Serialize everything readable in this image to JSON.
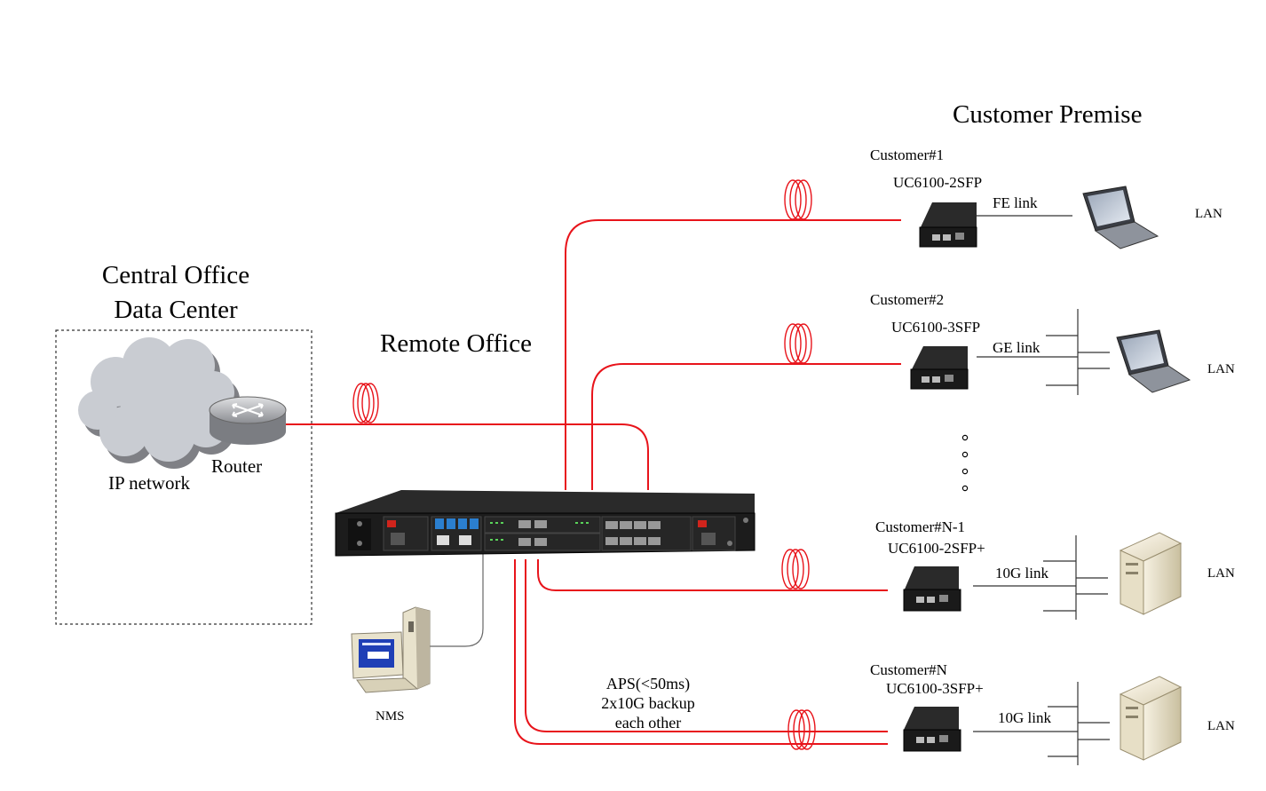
{
  "headings": {
    "customer_premise": "Customer Premise",
    "central_office_line1": "Central Office",
    "central_office_line2": "Data Center",
    "remote_office": "Remote Office"
  },
  "central_office": {
    "cloud_label": "IP network",
    "router_label": "Router"
  },
  "nms": {
    "label": "NMS"
  },
  "aps": {
    "line1": "APS(<50ms)",
    "line2": "2x10G backup",
    "line3": "each other"
  },
  "customers": [
    {
      "name": "Customer#1",
      "model": "UC6100-2SFP",
      "link": "FE link",
      "lan": "LAN",
      "endpoint": "laptop"
    },
    {
      "name": "Customer#2",
      "model": "UC6100-3SFP",
      "link": "GE link",
      "lan": "LAN",
      "endpoint": "laptop"
    },
    {
      "name": "Customer#N-1",
      "model": "UC6100-2SFP+",
      "link": "10G link",
      "lan": "LAN",
      "endpoint": "server"
    },
    {
      "name": "Customer#N",
      "model": "UC6100-3SFP+",
      "link": "10G link",
      "lan": "LAN",
      "endpoint": "server"
    }
  ],
  "colors": {
    "fiber": "#e8141b",
    "copper": "#555555",
    "cloud": "#c9ccd2",
    "chassis": "#1c1c1c"
  }
}
